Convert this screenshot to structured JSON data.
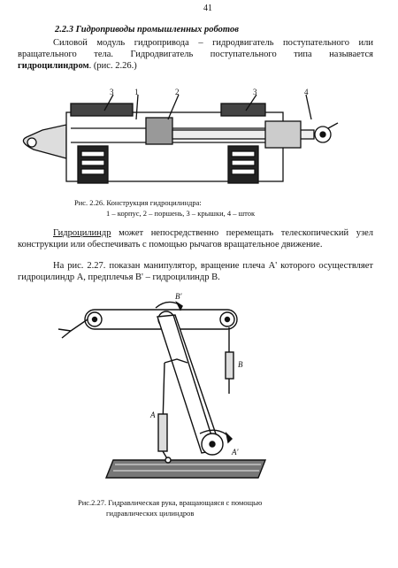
{
  "page_number": "41",
  "section_title": "2.2.3 Гидроприводы промышленных роботов",
  "paragraph1": {
    "text": "Силовой модуль гидропривода – гидродвигатель поступательного или вращательного тела. Гидродвигатель поступательного типа называется ",
    "bold_term": "гидроцилиндром",
    "tail": ". (рис. 2.26.)"
  },
  "figure1": {
    "labels": [
      "3",
      "1",
      "2",
      "3",
      "4"
    ],
    "caption_line1": "Рис. 2.26. Конструкция гидроцилиндра:",
    "caption_line2": "1 – корпус, 2 – поршень, 3 – крышки, 4 – шток"
  },
  "paragraph2": {
    "underlined_term": "Гидроцилиндр",
    "text": " может непосредственно перемещать телескопический узел конструкции или обеспечивать с помощью рычагов вращательное движение."
  },
  "paragraph3": {
    "text": "На рис. 2.27. показан манипулятор, вращение плеча А' которого осуществляет гидроцилиндр А, предплечья В' – гидроцилиндр В."
  },
  "figure2": {
    "label_B_prime": "B'",
    "label_A_prime": "A'",
    "label_B": "B",
    "label_A": "A",
    "caption_line1": "Рис.2.27. Гидравлическая рука, вращающаяся с помощью",
    "caption_line2": "гидравлических цилиндров"
  }
}
